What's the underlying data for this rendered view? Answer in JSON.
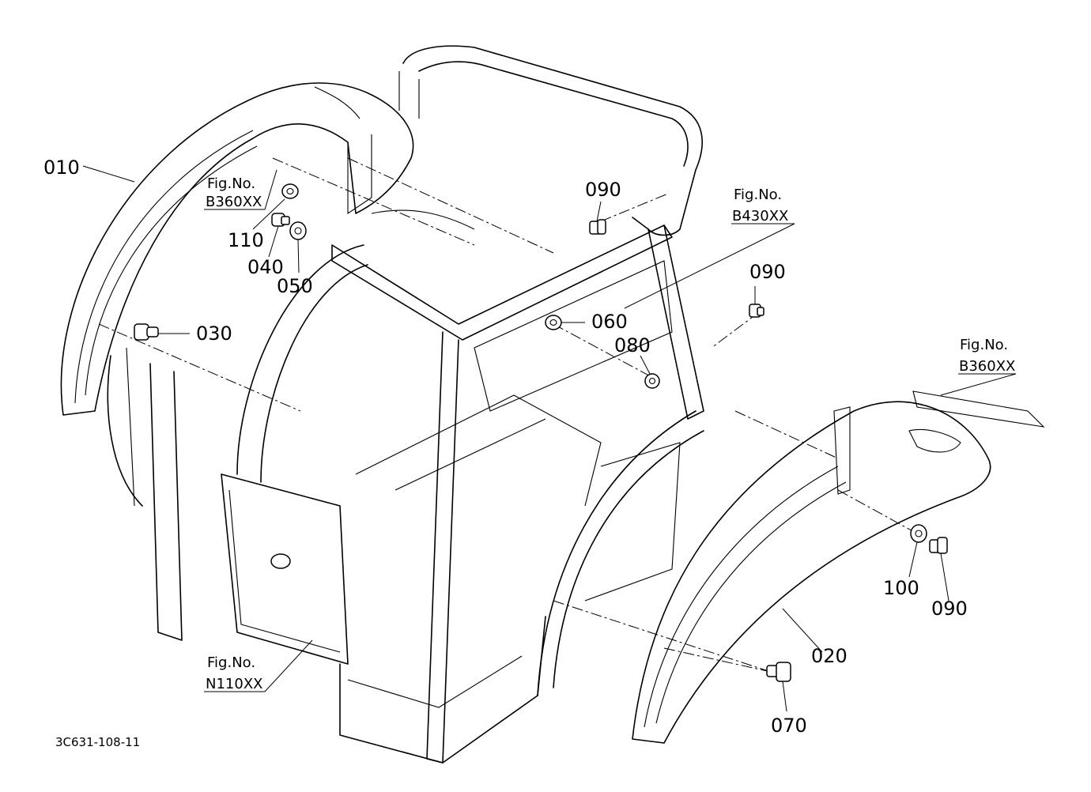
{
  "callouts": {
    "c010": "010",
    "c020": "020",
    "c030": "030",
    "c040": "040",
    "c050": "050",
    "c060": "060",
    "c070": "070",
    "c080": "080",
    "c090a": "090",
    "c090b": "090",
    "c090c": "090",
    "c100": "100",
    "c110": "110"
  },
  "references": {
    "ref1_title": "Fig.No.",
    "ref1_code": "B360XX",
    "ref2_title": "Fig.No.",
    "ref2_code": "B430XX",
    "ref3_title": "Fig.No.",
    "ref3_code": "B360XX",
    "ref4_title": "Fig.No.",
    "ref4_code": "N110XX"
  },
  "drawing_code": "3C631-108-11"
}
